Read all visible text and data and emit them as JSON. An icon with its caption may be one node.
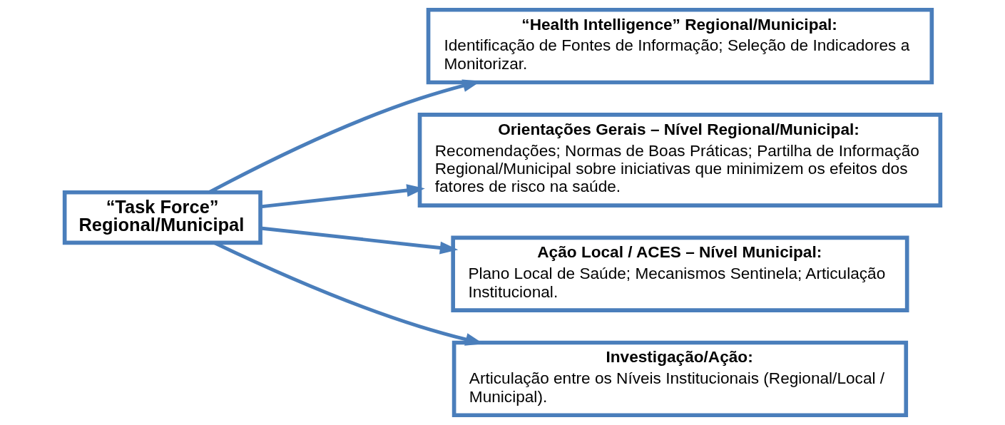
{
  "diagram": {
    "nodes": [
      {
        "text": [
          "“Task Force” Regional/Municipal"
        ]
      },
      {
        "text": [
          "“Health Intelligence” Regional/Municipal:",
          "Identificação de Fontes de Informação; Seleção de Indicadores a Monitorizar."
        ]
      },
      {
        "text": [
          "Orientações Gerais – Nível Regional/Municipal:",
          "Recomendações; Normas de Boas Práticas; Partilha de Informação Regional/Municipal sobre iniciativas que minimizem os efeitos dos fatores de risco na saúde."
        ]
      },
      {
        "text": [
          "Ação Local / ACES – Nível Municipal:",
          "Plano Local de Saúde; Mecanismos Sentinela; Articulação Institucional."
        ]
      },
      {
        "text": [
          "Investigação/Ação:",
          "Articulação entre os Níveis Institucionais (Regional/Local / Municipal)."
        ]
      }
    ],
    "edges": [
      {
        "from": 0,
        "to": 1,
        "arrow": "to"
      },
      {
        "from": 0,
        "to": 2,
        "arrow": "to"
      },
      {
        "from": 0,
        "to": 3,
        "arrow": "to"
      },
      {
        "from": 0,
        "to": 4,
        "arrow": "to"
      }
    ]
  }
}
